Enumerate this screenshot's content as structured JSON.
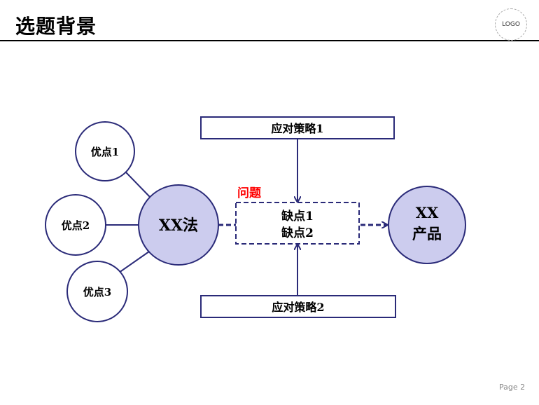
{
  "header": {
    "title": "选题背景",
    "logo": "LOGO"
  },
  "diagram": {
    "advantages": [
      "优点1",
      "优点2",
      "优点3"
    ],
    "method": "XX法",
    "problem_label": "问题",
    "defects": [
      "缺点1",
      "缺点2"
    ],
    "strategies": [
      "应对策略1",
      "应对策略2"
    ],
    "product": [
      "XX",
      "产品"
    ]
  },
  "footer": {
    "page": "Page  2"
  },
  "colors": {
    "stroke": "#2a2a78",
    "fill": "#ccccee",
    "problem": "#ff0000"
  }
}
